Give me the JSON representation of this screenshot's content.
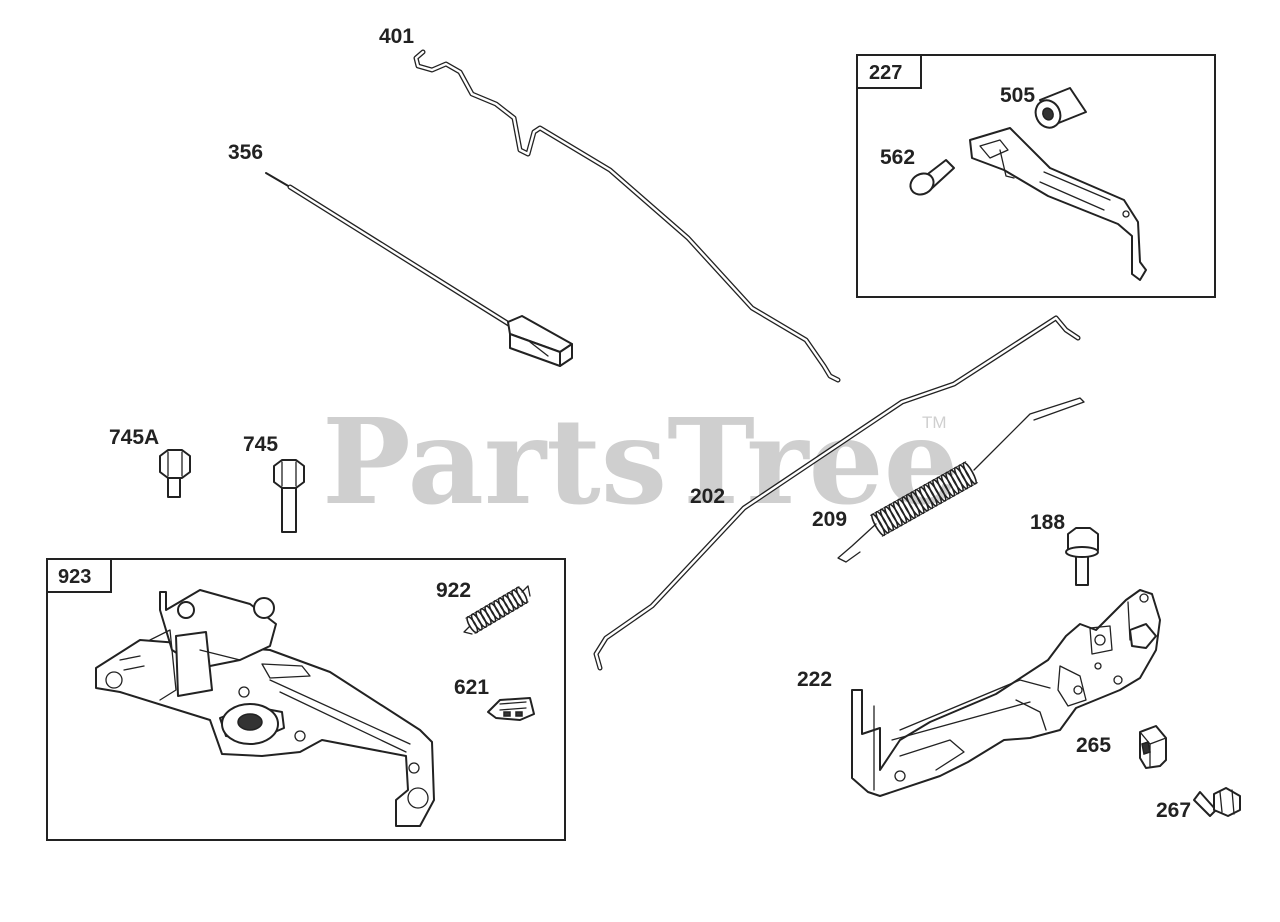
{
  "watermark": {
    "text": "PartsTree",
    "trademark": "TM"
  },
  "boxes": {
    "box_227": {
      "label": "227"
    },
    "box_923": {
      "label": "923"
    }
  },
  "callouts": {
    "p401": "401",
    "p356": "356",
    "p505": "505",
    "p562": "562",
    "p745a": "745A",
    "p745": "745",
    "p202": "202",
    "p209": "209",
    "p188": "188",
    "p922": "922",
    "p621": "621",
    "p222": "222",
    "p265": "265",
    "p267": "267"
  }
}
